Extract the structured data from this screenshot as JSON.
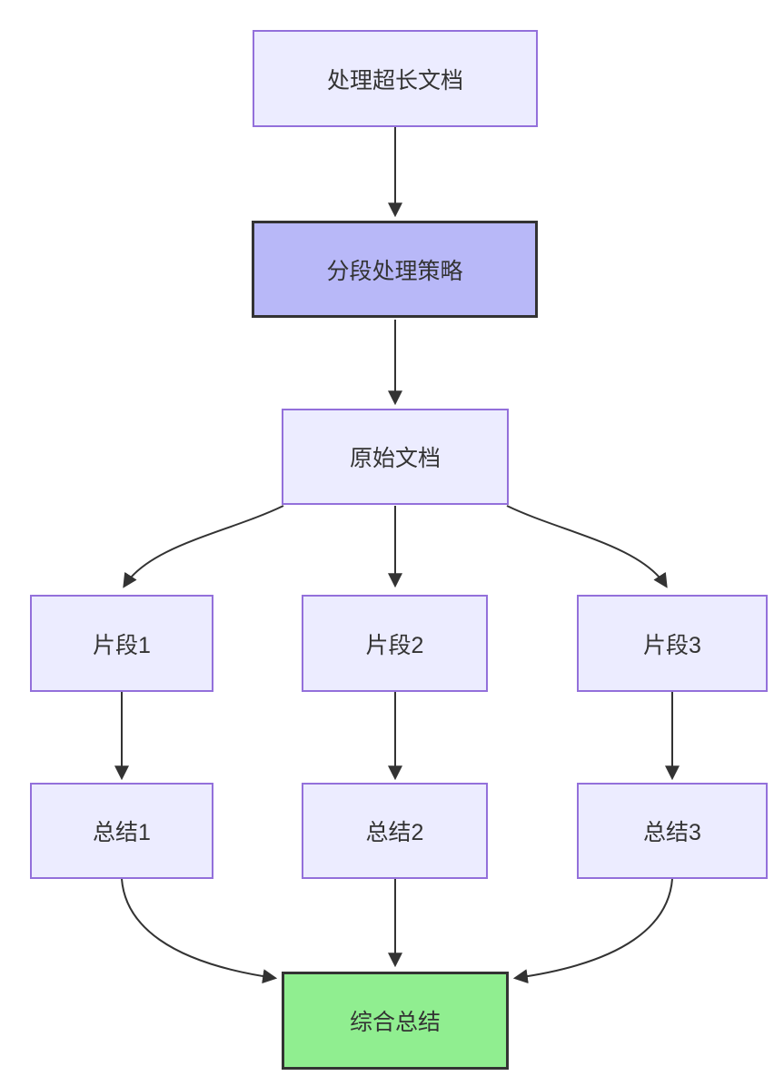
{
  "diagram": {
    "type": "flowchart",
    "direction": "top-down",
    "nodes": [
      {
        "id": "A",
        "label": "处理超长文档",
        "style": "default"
      },
      {
        "id": "B",
        "label": "分段处理策略",
        "style": "highlight-purple"
      },
      {
        "id": "C",
        "label": "原始文档",
        "style": "default"
      },
      {
        "id": "D1",
        "label": "片段1",
        "style": "default"
      },
      {
        "id": "D2",
        "label": "片段2",
        "style": "default"
      },
      {
        "id": "D3",
        "label": "片段3",
        "style": "default"
      },
      {
        "id": "E1",
        "label": "总结1",
        "style": "default"
      },
      {
        "id": "E2",
        "label": "总结2",
        "style": "default"
      },
      {
        "id": "E3",
        "label": "总结3",
        "style": "default"
      },
      {
        "id": "F",
        "label": "综合总结",
        "style": "highlight-green"
      }
    ],
    "edges": [
      {
        "from": "A",
        "to": "B"
      },
      {
        "from": "B",
        "to": "C"
      },
      {
        "from": "C",
        "to": "D1"
      },
      {
        "from": "C",
        "to": "D2"
      },
      {
        "from": "C",
        "to": "D3"
      },
      {
        "from": "D1",
        "to": "E1"
      },
      {
        "from": "D2",
        "to": "E2"
      },
      {
        "from": "D3",
        "to": "E3"
      },
      {
        "from": "E1",
        "to": "F"
      },
      {
        "from": "E2",
        "to": "F"
      },
      {
        "from": "E3",
        "to": "F"
      }
    ],
    "colors": {
      "node_fill": "#ECECFF",
      "node_border": "#9370DB",
      "highlight_fill": "#B8B8F8",
      "highlight_border": "#333333",
      "success_fill": "#90EE90",
      "edge_color": "#333333",
      "text_color": "#333333",
      "background": "#FFFFFF"
    }
  }
}
